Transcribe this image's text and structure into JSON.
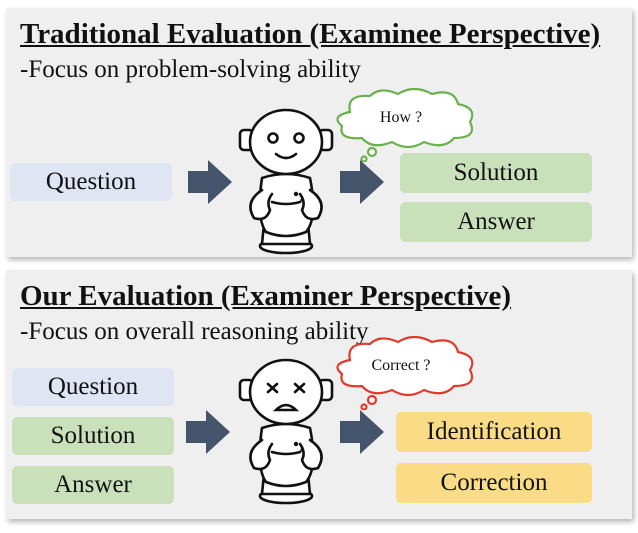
{
  "top": {
    "title": "Traditional Evaluation (Examinee Perspective)",
    "subtitle": "-Focus on problem-solving ability",
    "input": "Question",
    "bubble": "How ?",
    "outputs": [
      "Solution",
      "Answer"
    ]
  },
  "bottom": {
    "title": "Our Evaluation (Examiner Perspective)",
    "subtitle": "-Focus on overall reasoning ability",
    "inputs": [
      "Question",
      "Solution",
      "Answer"
    ],
    "bubble": "Correct ?",
    "outputs": [
      "Identification",
      "Correction"
    ]
  },
  "colors": {
    "panel": "#efefef",
    "question": "#dfe5f3",
    "solution_answer": "#c9e1bb",
    "examiner_output": "#fbdc86",
    "arrow": "#44546a",
    "bubble_top_border": "#6ab04c",
    "bubble_bottom_border": "#e03a2e"
  },
  "icons": {
    "robot_top": "smiling-robot-icon",
    "robot_bottom": "frowning-robot-icon",
    "arrow": "right-arrow-icon"
  }
}
